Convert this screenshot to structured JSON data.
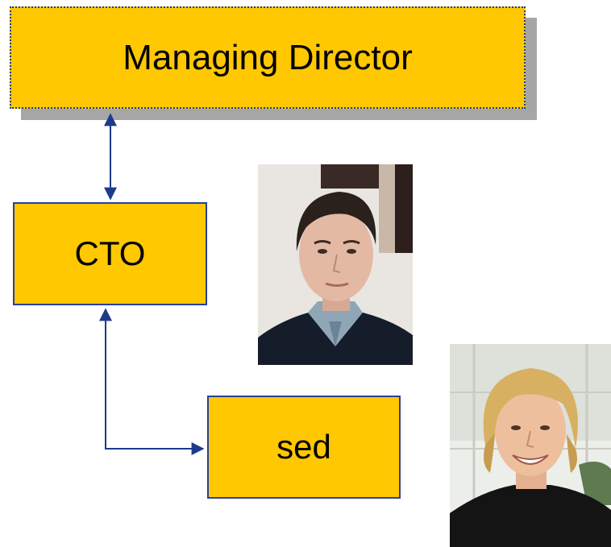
{
  "colors": {
    "box_fill": "#FFC800",
    "box_border": "#2A3F9A",
    "connector": "#1E3A8A",
    "shadow": "#A6A6A6"
  },
  "nodes": {
    "managing_director": "Managing Director",
    "cto": "CTO",
    "sed": "sed"
  },
  "edges": [
    {
      "from": "Managing Director",
      "to": "CTO",
      "arrows": "both"
    },
    {
      "from": "CTO",
      "to": "sed",
      "arrows": "both"
    }
  ],
  "photos": [
    {
      "subject": "man with dark hair, denim shirt and dark sweater"
    },
    {
      "subject": "smiling man with blond hair, black sweater"
    }
  ]
}
